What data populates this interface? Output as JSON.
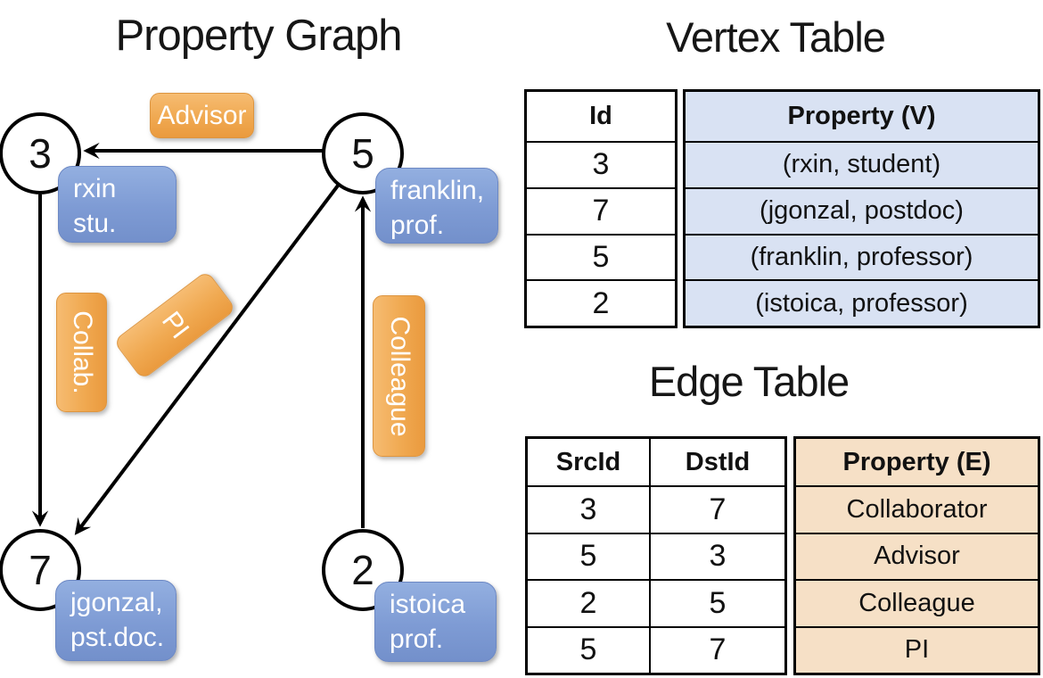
{
  "graph": {
    "title": "Property Graph",
    "nodes": [
      {
        "id": "3",
        "property_lines": [
          "rxin",
          "stu."
        ]
      },
      {
        "id": "5",
        "property_lines": [
          "franklin,",
          "prof."
        ]
      },
      {
        "id": "7",
        "property_lines": [
          "jgonzal,",
          "pst.doc."
        ]
      },
      {
        "id": "2",
        "property_lines": [
          "istoica",
          "prof."
        ]
      }
    ],
    "edge_labels": {
      "advisor": "Advisor",
      "collab": "Collab.",
      "pi": "PI",
      "colleague": "Colleague"
    }
  },
  "vertex_table": {
    "title": "Vertex Table",
    "columns": [
      "Id",
      "Property (V)"
    ],
    "rows": [
      {
        "id": "3",
        "property": "(rxin, student)"
      },
      {
        "id": "7",
        "property": "(jgonzal, postdoc)"
      },
      {
        "id": "5",
        "property": "(franklin, professor)"
      },
      {
        "id": "2",
        "property": "(istoica, professor)"
      }
    ]
  },
  "edge_table": {
    "title": "Edge Table",
    "columns": [
      "SrcId",
      "DstId",
      "Property (E)"
    ],
    "rows": [
      {
        "src": "3",
        "dst": "7",
        "property": "Collaborator"
      },
      {
        "src": "5",
        "dst": "3",
        "property": "Advisor"
      },
      {
        "src": "2",
        "dst": "5",
        "property": "Colleague"
      },
      {
        "src": "5",
        "dst": "7",
        "property": "PI"
      }
    ]
  },
  "colors": {
    "edge_label_orange_top": "#F6BC72",
    "edge_label_orange_bottom": "#EA9A3E",
    "vertex_box_blue_top": "#93AFE0",
    "vertex_box_blue_bottom": "#7390CB",
    "vertex_table_property_bg": "#D9E2F3",
    "edge_table_property_bg": "#F6E0C6",
    "line_color": "#000000"
  }
}
